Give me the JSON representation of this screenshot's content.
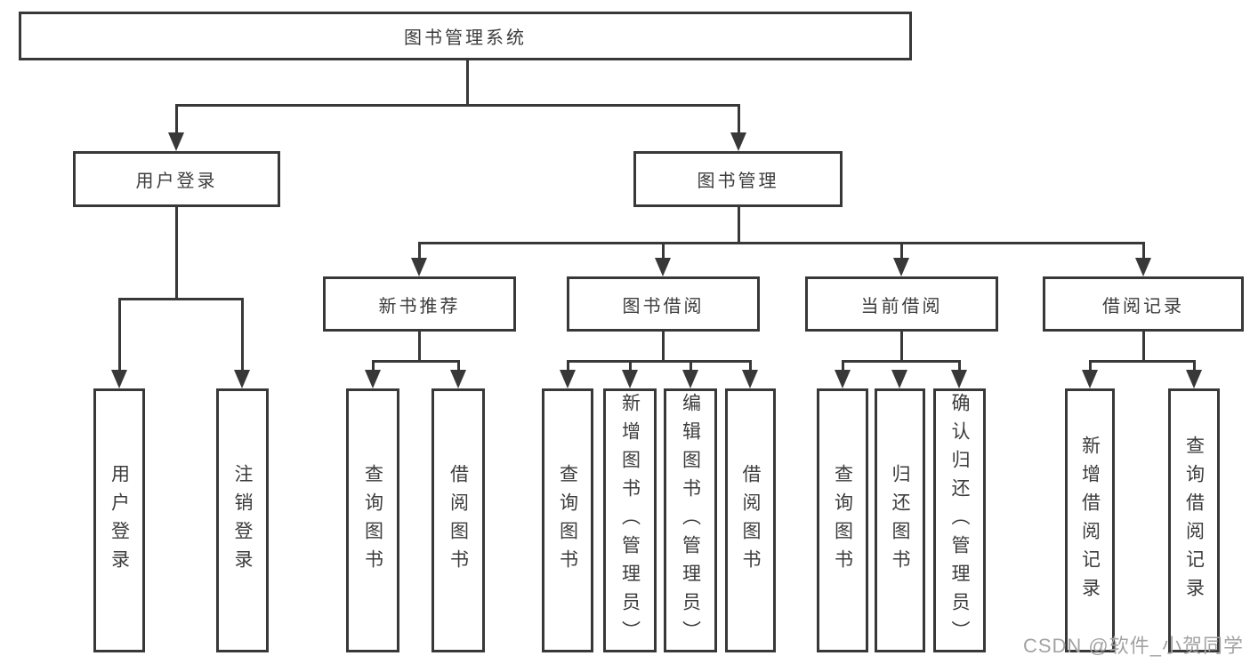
{
  "tree": {
    "root": "图书管理系统",
    "level2": {
      "user_login": "用户登录",
      "book_mgmt": "图书管理"
    },
    "level3": {
      "new_book_rec": "新书推荐",
      "book_borrow": "图书借阅",
      "current_borrow": "当前借阅",
      "borrow_records": "借阅记录"
    },
    "leaves": {
      "user_login": "用户登录",
      "logout": "注销登录",
      "rec_query_books": "查询图书",
      "rec_borrow_books": "借阅图书",
      "bb_query_books": "查询图书",
      "bb_add_books": "新增图书（管理员）",
      "bb_edit_books": "编辑图书（管理员）",
      "bb_borrow_books": "借阅图书",
      "cur_query_books": "查询图书",
      "cur_return_books": "归还图书",
      "cur_confirm_return": "确认归还（管理员）",
      "add_borrow_record": "新增借阅记录",
      "query_borrow_record": "查询借阅记录"
    }
  },
  "watermark": {
    "text": "CSDN @软件_小贺同学"
  },
  "colors": {
    "line": "#383838",
    "text": "#3c3c3c",
    "watermark": "#a3a3a3",
    "background": "#ffffff"
  }
}
